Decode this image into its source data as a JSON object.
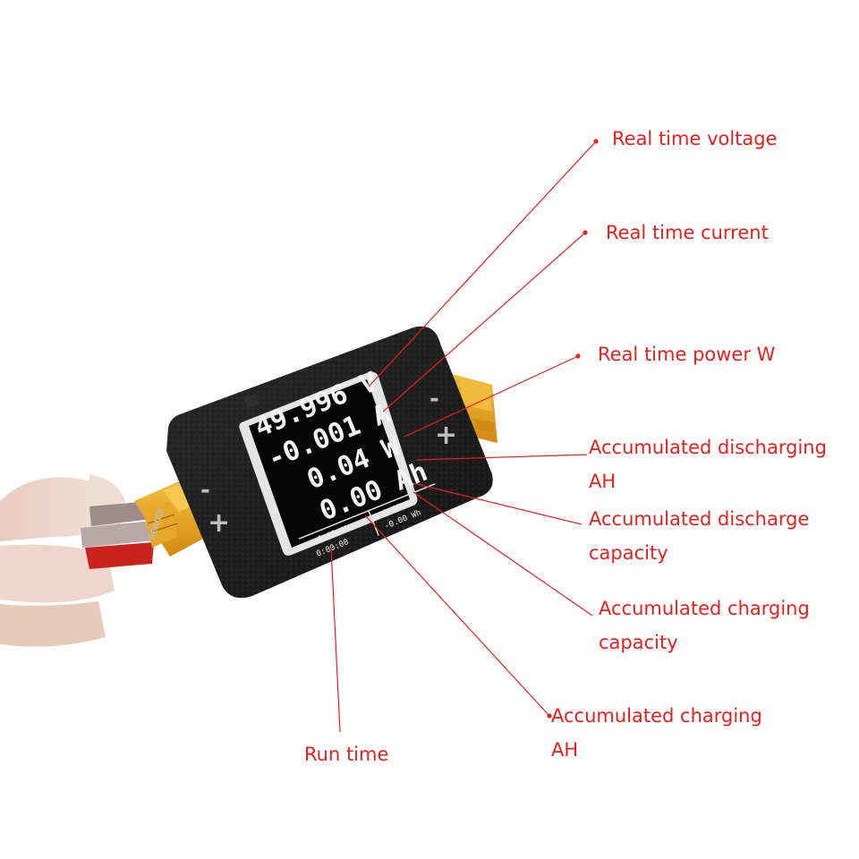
{
  "screen": {
    "voltage": "49.996 V",
    "current": "-0.001 A",
    "power": "0.04 W",
    "capacity_ah": "0.00 Ah",
    "charge_ah": "-0.00 Ah",
    "run_time": "0:00:00",
    "discharge_wh": "0.00 Wh",
    "charge_wh": "-0.00 Wh"
  },
  "connector_marks": {
    "left_minus": "-",
    "left_plus": "+",
    "right_minus": "-",
    "right_plus": "+",
    "connector_text": "SERIGE"
  },
  "labels": {
    "voltage": "Real time voltage",
    "current": "Real time current",
    "power": "Real time power W",
    "discharging_ah_1": "Accumulated discharging",
    "discharging_ah_2": "AH",
    "discharge_capacity_1": "Accumulated discharge",
    "discharge_capacity_2": "capacity",
    "charging_capacity_1": "Accumulated charging",
    "charging_capacity_2": "capacity",
    "charging_ah_1": "Accumulated charging",
    "charging_ah_2": "AH",
    "run_time": "Run time"
  },
  "colors": {
    "annotation": "#e8201e",
    "device_case": "#1c1c1c",
    "connector": "#e6a21e",
    "screen": "#050505"
  }
}
